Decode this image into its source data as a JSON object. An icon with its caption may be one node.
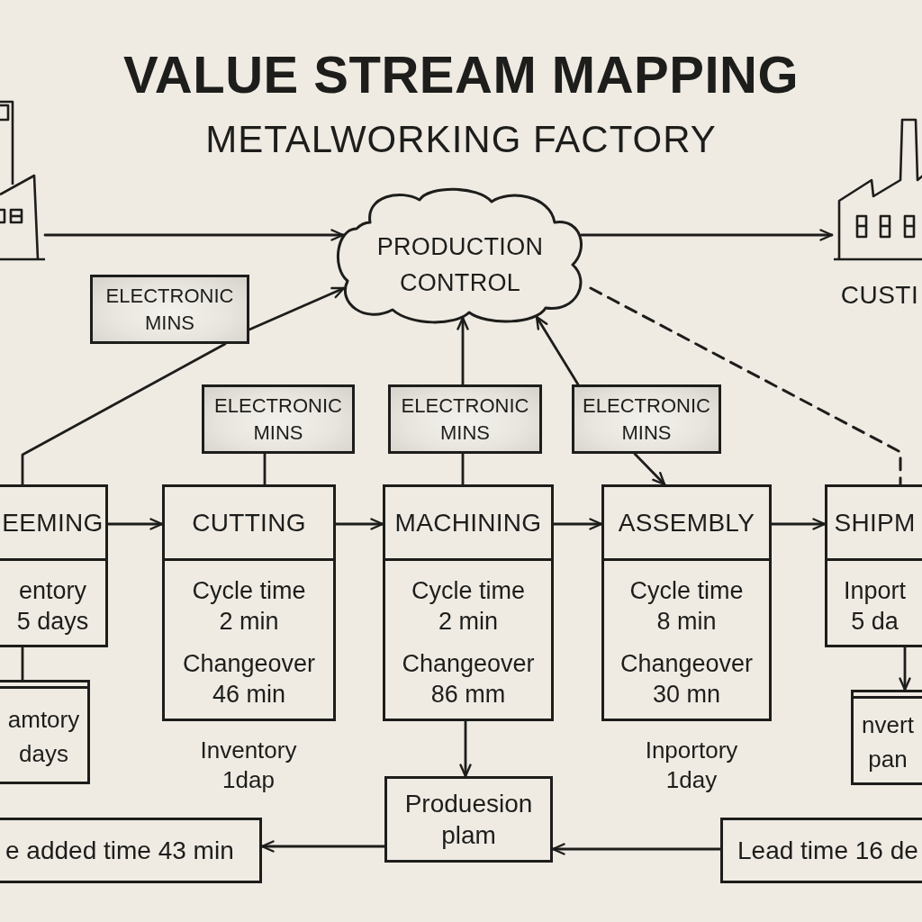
{
  "diagram": {
    "title": "VALUE STREAM MAPPING",
    "nodes": [
      {
        "text": [],
        "shape": "picture"
      },
      {
        "text": [
          "PRODUCTION CONTROL"
        ]
      },
      {
        "text": [],
        "shape": "picture",
        "beside": [
          "CUSTI"
        ]
      },
      {
        "text": [
          "ELECTRONIC MINS"
        ]
      },
      {
        "text": [
          "ELECTRONIC MINS"
        ]
      },
      {
        "text": [
          "ELECTRONIC MINS"
        ]
      },
      {
        "text": [
          "ELECTRONIC MINS"
        ]
      },
      {
        "text": [
          "EEMING",
          "entory 5 days"
        ]
      },
      {
        "text": [
          "CUTTING",
          "Cycle time 2 min",
          "Changeover 46 min"
        ],
        "beside": [
          "Inventory 1dap"
        ]
      },
      {
        "text": [
          "MACHINING",
          "Cycle time 2 min",
          "Changeover 86 mm"
        ]
      },
      {
        "text": [
          "ASSEMBLY",
          "Cycle time 8 min",
          "Changeover 30 mn"
        ],
        "beside": [
          "Inportory 1day"
        ]
      },
      {
        "text": [
          "SHIPM",
          "Inport 5 da"
        ]
      },
      {
        "text": [
          "amtory days"
        ]
      },
      {
        "text": [
          "nvert pan"
        ]
      },
      {
        "text": [
          "Produesion plam"
        ]
      },
      {
        "text": [
          "e added time 43 min"
        ]
      },
      {
        "text": [
          "Lead time 16 de"
        ]
      }
    ],
    "edges": [
      {
        "from": 0,
        "to": 1,
        "arrow": "to"
      },
      {
        "from": 1,
        "to": 2,
        "arrow": "to"
      },
      {
        "from": 7,
        "to": 3,
        "arrow": "none"
      },
      {
        "from": 3,
        "to": 1,
        "arrow": "to"
      },
      {
        "from": 4,
        "to": 8,
        "arrow": "none"
      },
      {
        "from": 5,
        "to": 1,
        "arrow": "to"
      },
      {
        "from": 5,
        "to": 9,
        "arrow": "none"
      },
      {
        "from": 6,
        "to": 1,
        "arrow": "to"
      },
      {
        "from": 6,
        "to": 10,
        "arrow": "to"
      },
      {
        "from": 1,
        "to": 11,
        "arrow": "none",
        "style": "dashed"
      },
      {
        "from": 7,
        "to": 8,
        "arrow": "to"
      },
      {
        "from": 8,
        "to": 9,
        "arrow": "to"
      },
      {
        "from": 9,
        "to": 10,
        "arrow": "to"
      },
      {
        "from": 10,
        "to": 11,
        "arrow": "to"
      },
      {
        "from": 7,
        "to": 12,
        "arrow": "none"
      },
      {
        "from": 11,
        "to": 13,
        "arrow": "to"
      },
      {
        "from": 9,
        "to": 14,
        "arrow": "to"
      },
      {
        "from": 14,
        "to": 15,
        "arrow": "to"
      },
      {
        "from": 16,
        "to": 14,
        "arrow": "to"
      }
    ],
    "labels": [
      "METALWORKING FACTORY"
    ]
  }
}
